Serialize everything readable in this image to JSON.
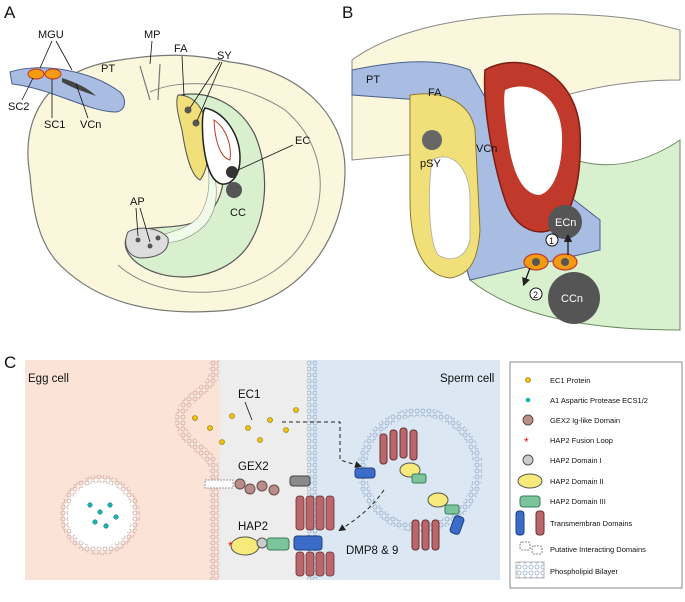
{
  "panels": {
    "a": "A",
    "b": "B",
    "c": "C"
  },
  "panel_a": {
    "mgu": "MGU",
    "mp": "MP",
    "pt": "PT",
    "fa": "FA",
    "sy": "SY",
    "sc2": "SC2",
    "sc1": "SC1",
    "vcn": "VCn",
    "ec": "EC",
    "ap": "AP",
    "cc": "CC"
  },
  "panel_b": {
    "pt": "PT",
    "fa": "FA",
    "psy": "pSY",
    "vcn": "VCn",
    "ecn": "ECn",
    "ccn": "CCn",
    "step1": "1",
    "step2": "2"
  },
  "panel_c": {
    "egg_cell": "Egg cell",
    "sperm_cell": "Sperm cell",
    "ec1": "EC1",
    "gex2": "GEX2",
    "hap2": "HAP2",
    "dmp": "DMP8 & 9"
  },
  "legend": [
    {
      "label": "EC1 Protein",
      "icon": "yellow-dot-icon"
    },
    {
      "label": "A1 Aspartic Protease ECS1/2",
      "icon": "teal-dot-icon"
    },
    {
      "label": "GEX2 Ig-like Domain",
      "icon": "mauve-circle-icon"
    },
    {
      "label": "HAP2 Fusion Loop",
      "icon": "red-star-icon"
    },
    {
      "label": "HAP2 Domain I",
      "icon": "grey-circle-icon"
    },
    {
      "label": "HAP2 Domain II",
      "icon": "yellow-ellipse-icon"
    },
    {
      "label": "HAP2 Domain III",
      "icon": "green-rect-icon"
    },
    {
      "label": "Transmembran Domains",
      "icon": "cylinder-icon"
    },
    {
      "label": "Putative Interacting Domains",
      "icon": "dashed-domain-icon"
    },
    {
      "label": "Phospholipid Bilayer",
      "icon": "bilayer-icon"
    }
  ],
  "colors": {
    "ovule": "#fbf7dc",
    "tube": "#a9bde3",
    "synergid": "#f1e07a",
    "egg": "#c0392b",
    "central": "#d9f0cf",
    "egg_bg": "#fbe3d8",
    "sperm_bg": "#dbe7f2",
    "mid_bg": "#ededed"
  }
}
